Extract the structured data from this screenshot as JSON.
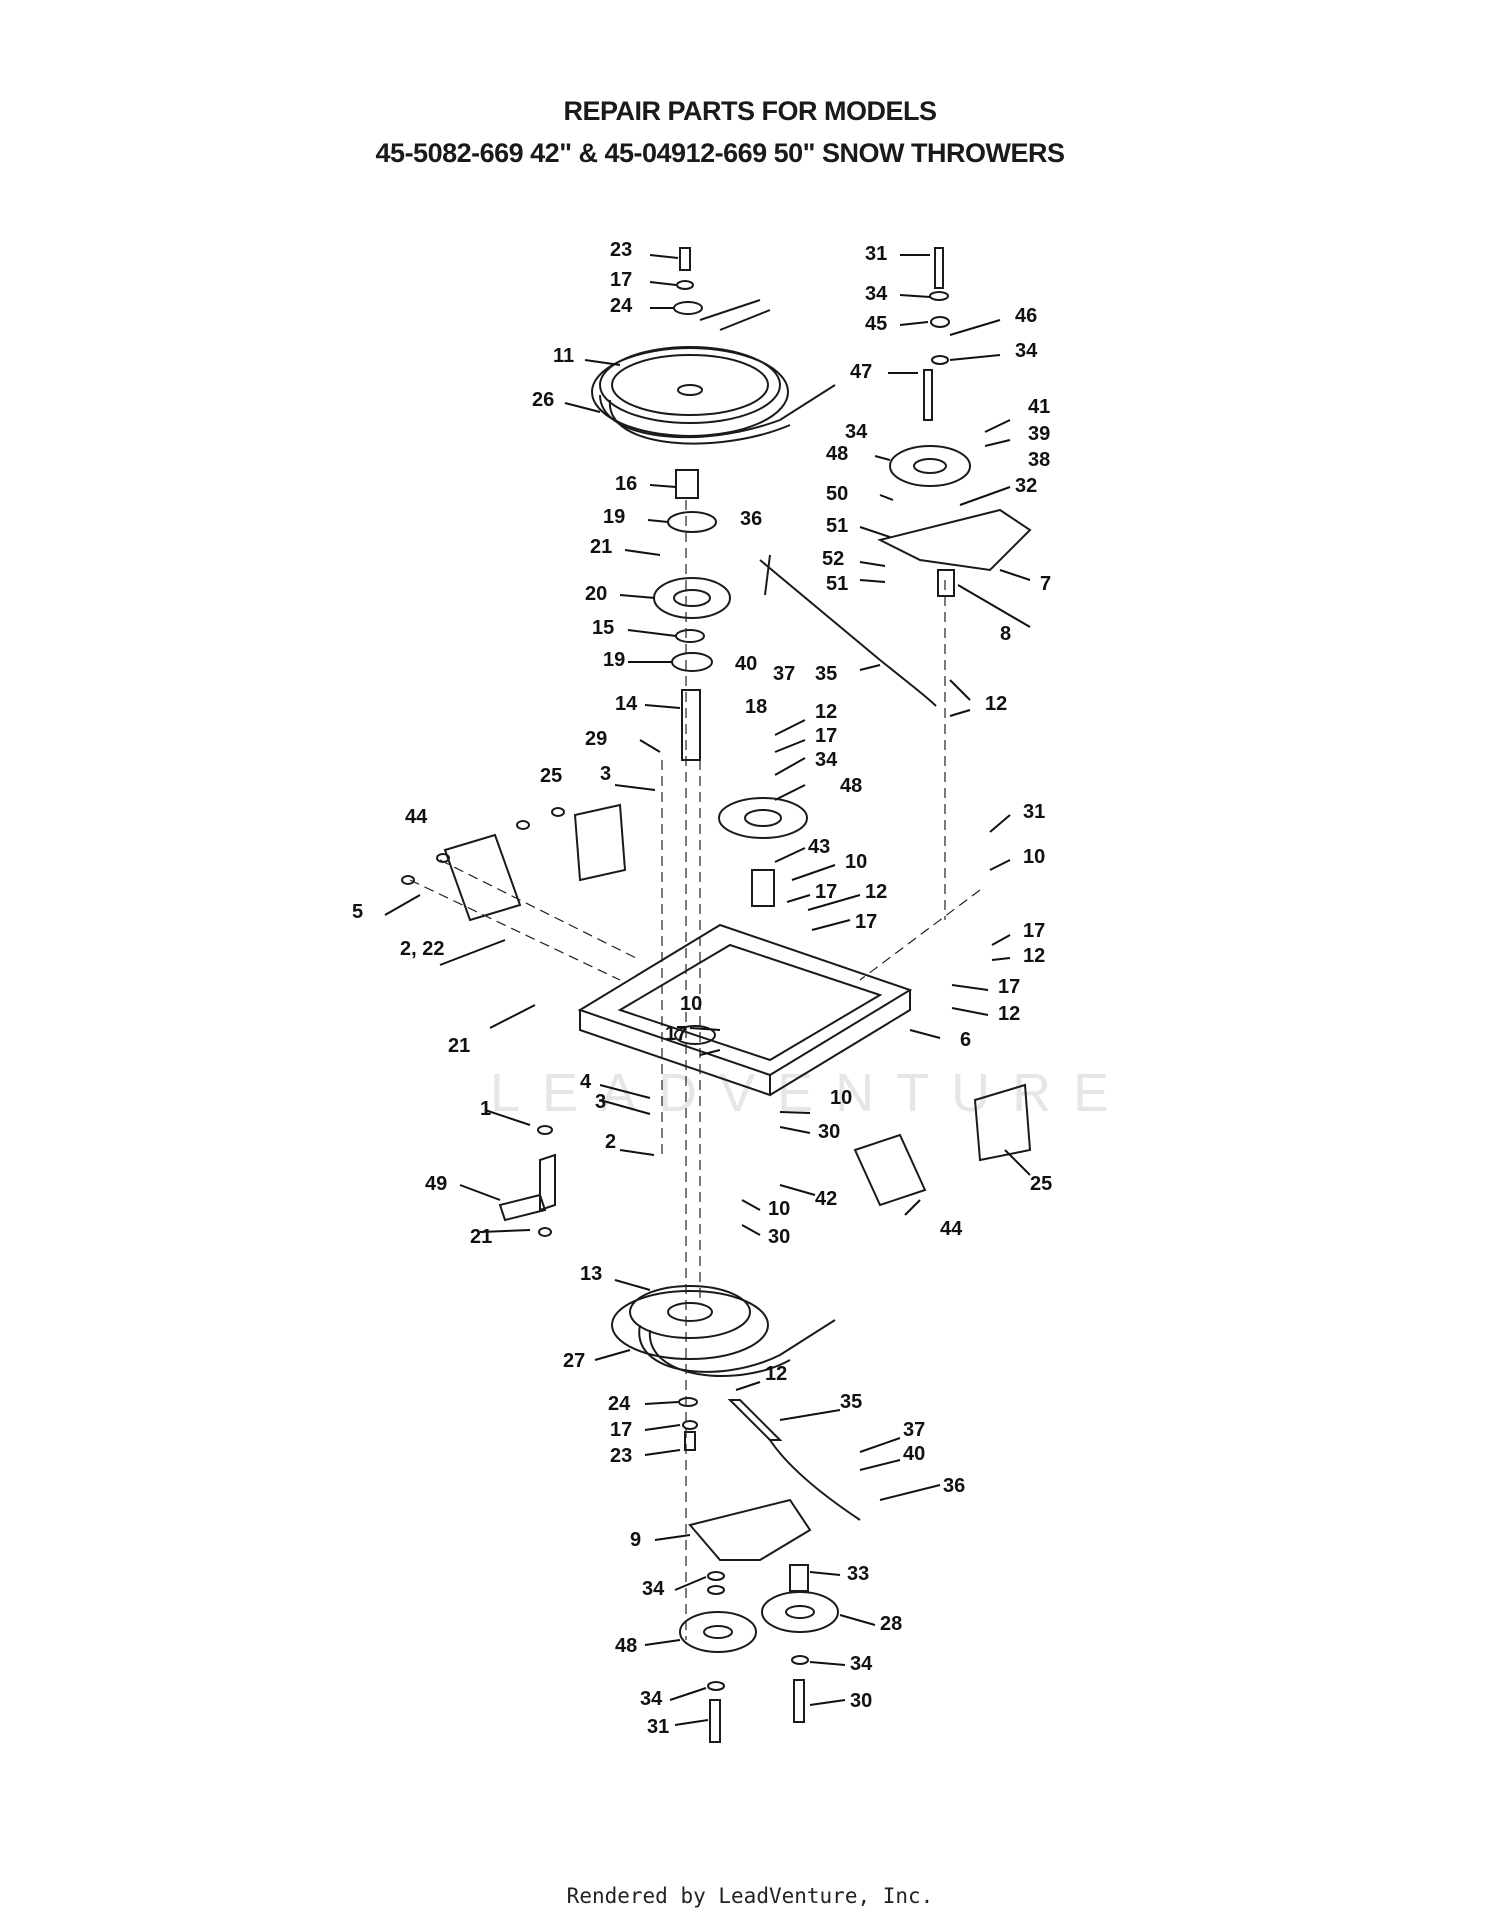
{
  "title": {
    "line1": "REPAIR PARTS FOR MODELS",
    "line2": "45-5082-669 42\" & 45-04912-669 50\" SNOW THROWERS"
  },
  "watermark": "LEADVENTURE",
  "footer": "Rendered by LeadVenture, Inc.",
  "callouts": [
    {
      "text": "23"
    },
    {
      "text": "17"
    },
    {
      "text": "24"
    },
    {
      "text": "11"
    },
    {
      "text": "26"
    },
    {
      "text": "16"
    },
    {
      "text": "19"
    },
    {
      "text": "21"
    },
    {
      "text": "20"
    },
    {
      "text": "15"
    },
    {
      "text": "19"
    },
    {
      "text": "14"
    },
    {
      "text": "18"
    },
    {
      "text": "29"
    },
    {
      "text": "3"
    },
    {
      "text": "25"
    },
    {
      "text": "44"
    },
    {
      "text": "5"
    },
    {
      "text": "2, 22"
    },
    {
      "text": "21"
    },
    {
      "text": "31"
    },
    {
      "text": "34"
    },
    {
      "text": "45"
    },
    {
      "text": "46"
    },
    {
      "text": "34"
    },
    {
      "text": "47"
    },
    {
      "text": "41"
    },
    {
      "text": "34"
    },
    {
      "text": "39"
    },
    {
      "text": "48"
    },
    {
      "text": "38"
    },
    {
      "text": "32"
    },
    {
      "text": "50"
    },
    {
      "text": "51"
    },
    {
      "text": "36"
    },
    {
      "text": "52"
    },
    {
      "text": "51"
    },
    {
      "text": "7"
    },
    {
      "text": "8"
    },
    {
      "text": "40"
    },
    {
      "text": "37"
    },
    {
      "text": "35"
    },
    {
      "text": "12"
    },
    {
      "text": "12"
    },
    {
      "text": "17"
    },
    {
      "text": "34"
    },
    {
      "text": "48"
    },
    {
      "text": "43"
    },
    {
      "text": "10"
    },
    {
      "text": "17"
    },
    {
      "text": "12"
    },
    {
      "text": "17"
    },
    {
      "text": "31"
    },
    {
      "text": "10"
    },
    {
      "text": "17"
    },
    {
      "text": "12"
    },
    {
      "text": "17"
    },
    {
      "text": "12"
    },
    {
      "text": "10"
    },
    {
      "text": "17"
    },
    {
      "text": "6"
    },
    {
      "text": "4"
    },
    {
      "text": "3"
    },
    {
      "text": "2"
    },
    {
      "text": "1"
    },
    {
      "text": "10"
    },
    {
      "text": "30"
    },
    {
      "text": "25"
    },
    {
      "text": "49"
    },
    {
      "text": "21"
    },
    {
      "text": "42"
    },
    {
      "text": "44"
    },
    {
      "text": "10"
    },
    {
      "text": "30"
    },
    {
      "text": "13"
    },
    {
      "text": "27"
    },
    {
      "text": "12"
    },
    {
      "text": "35"
    },
    {
      "text": "24"
    },
    {
      "text": "17"
    },
    {
      "text": "23"
    },
    {
      "text": "37"
    },
    {
      "text": "40"
    },
    {
      "text": "36"
    },
    {
      "text": "9"
    },
    {
      "text": "33"
    },
    {
      "text": "34"
    },
    {
      "text": "28"
    },
    {
      "text": "48"
    },
    {
      "text": "34"
    },
    {
      "text": "34"
    },
    {
      "text": "30"
    },
    {
      "text": "31"
    }
  ]
}
